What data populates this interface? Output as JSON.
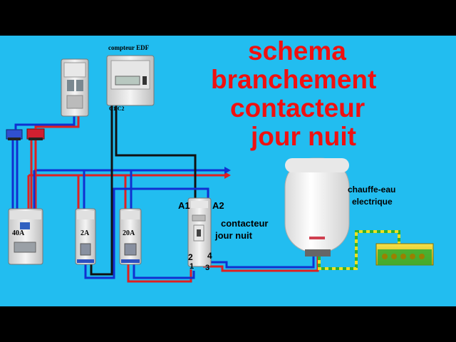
{
  "title": {
    "lines": [
      "schema",
      "branchement",
      "contacteur",
      "jour nuit"
    ]
  },
  "labels": {
    "meter": "compteur EDF",
    "meter_terminals": "C1  C2",
    "breaker_main": "40A",
    "breaker_2": "2A",
    "breaker_3": "20A",
    "terminal_a1": "A1",
    "terminal_a2": "A2",
    "contactor_line1": "contacteur",
    "contactor_line2": "jour nuit",
    "terminal_2": "2",
    "terminal_4": "4",
    "terminal_1": "1",
    "terminal_3": "3",
    "heater_line1": "chauffe-eau",
    "heater_line2": "electrique"
  },
  "colors": {
    "background": "#22bdf0",
    "title": "#f01010",
    "phase_wire": "#e02020",
    "neutral_wire": "#1030d0",
    "control_wire": "#111111",
    "earth_wire_a": "#f0e020",
    "earth_wire_b": "#30b030"
  },
  "icons": {
    "breaker": "circuit-breaker-icon",
    "meter": "electricity-meter-icon",
    "contactor": "contactor-icon",
    "heater": "water-heater-icon",
    "terminal_block": "terminal-block-icon"
  }
}
